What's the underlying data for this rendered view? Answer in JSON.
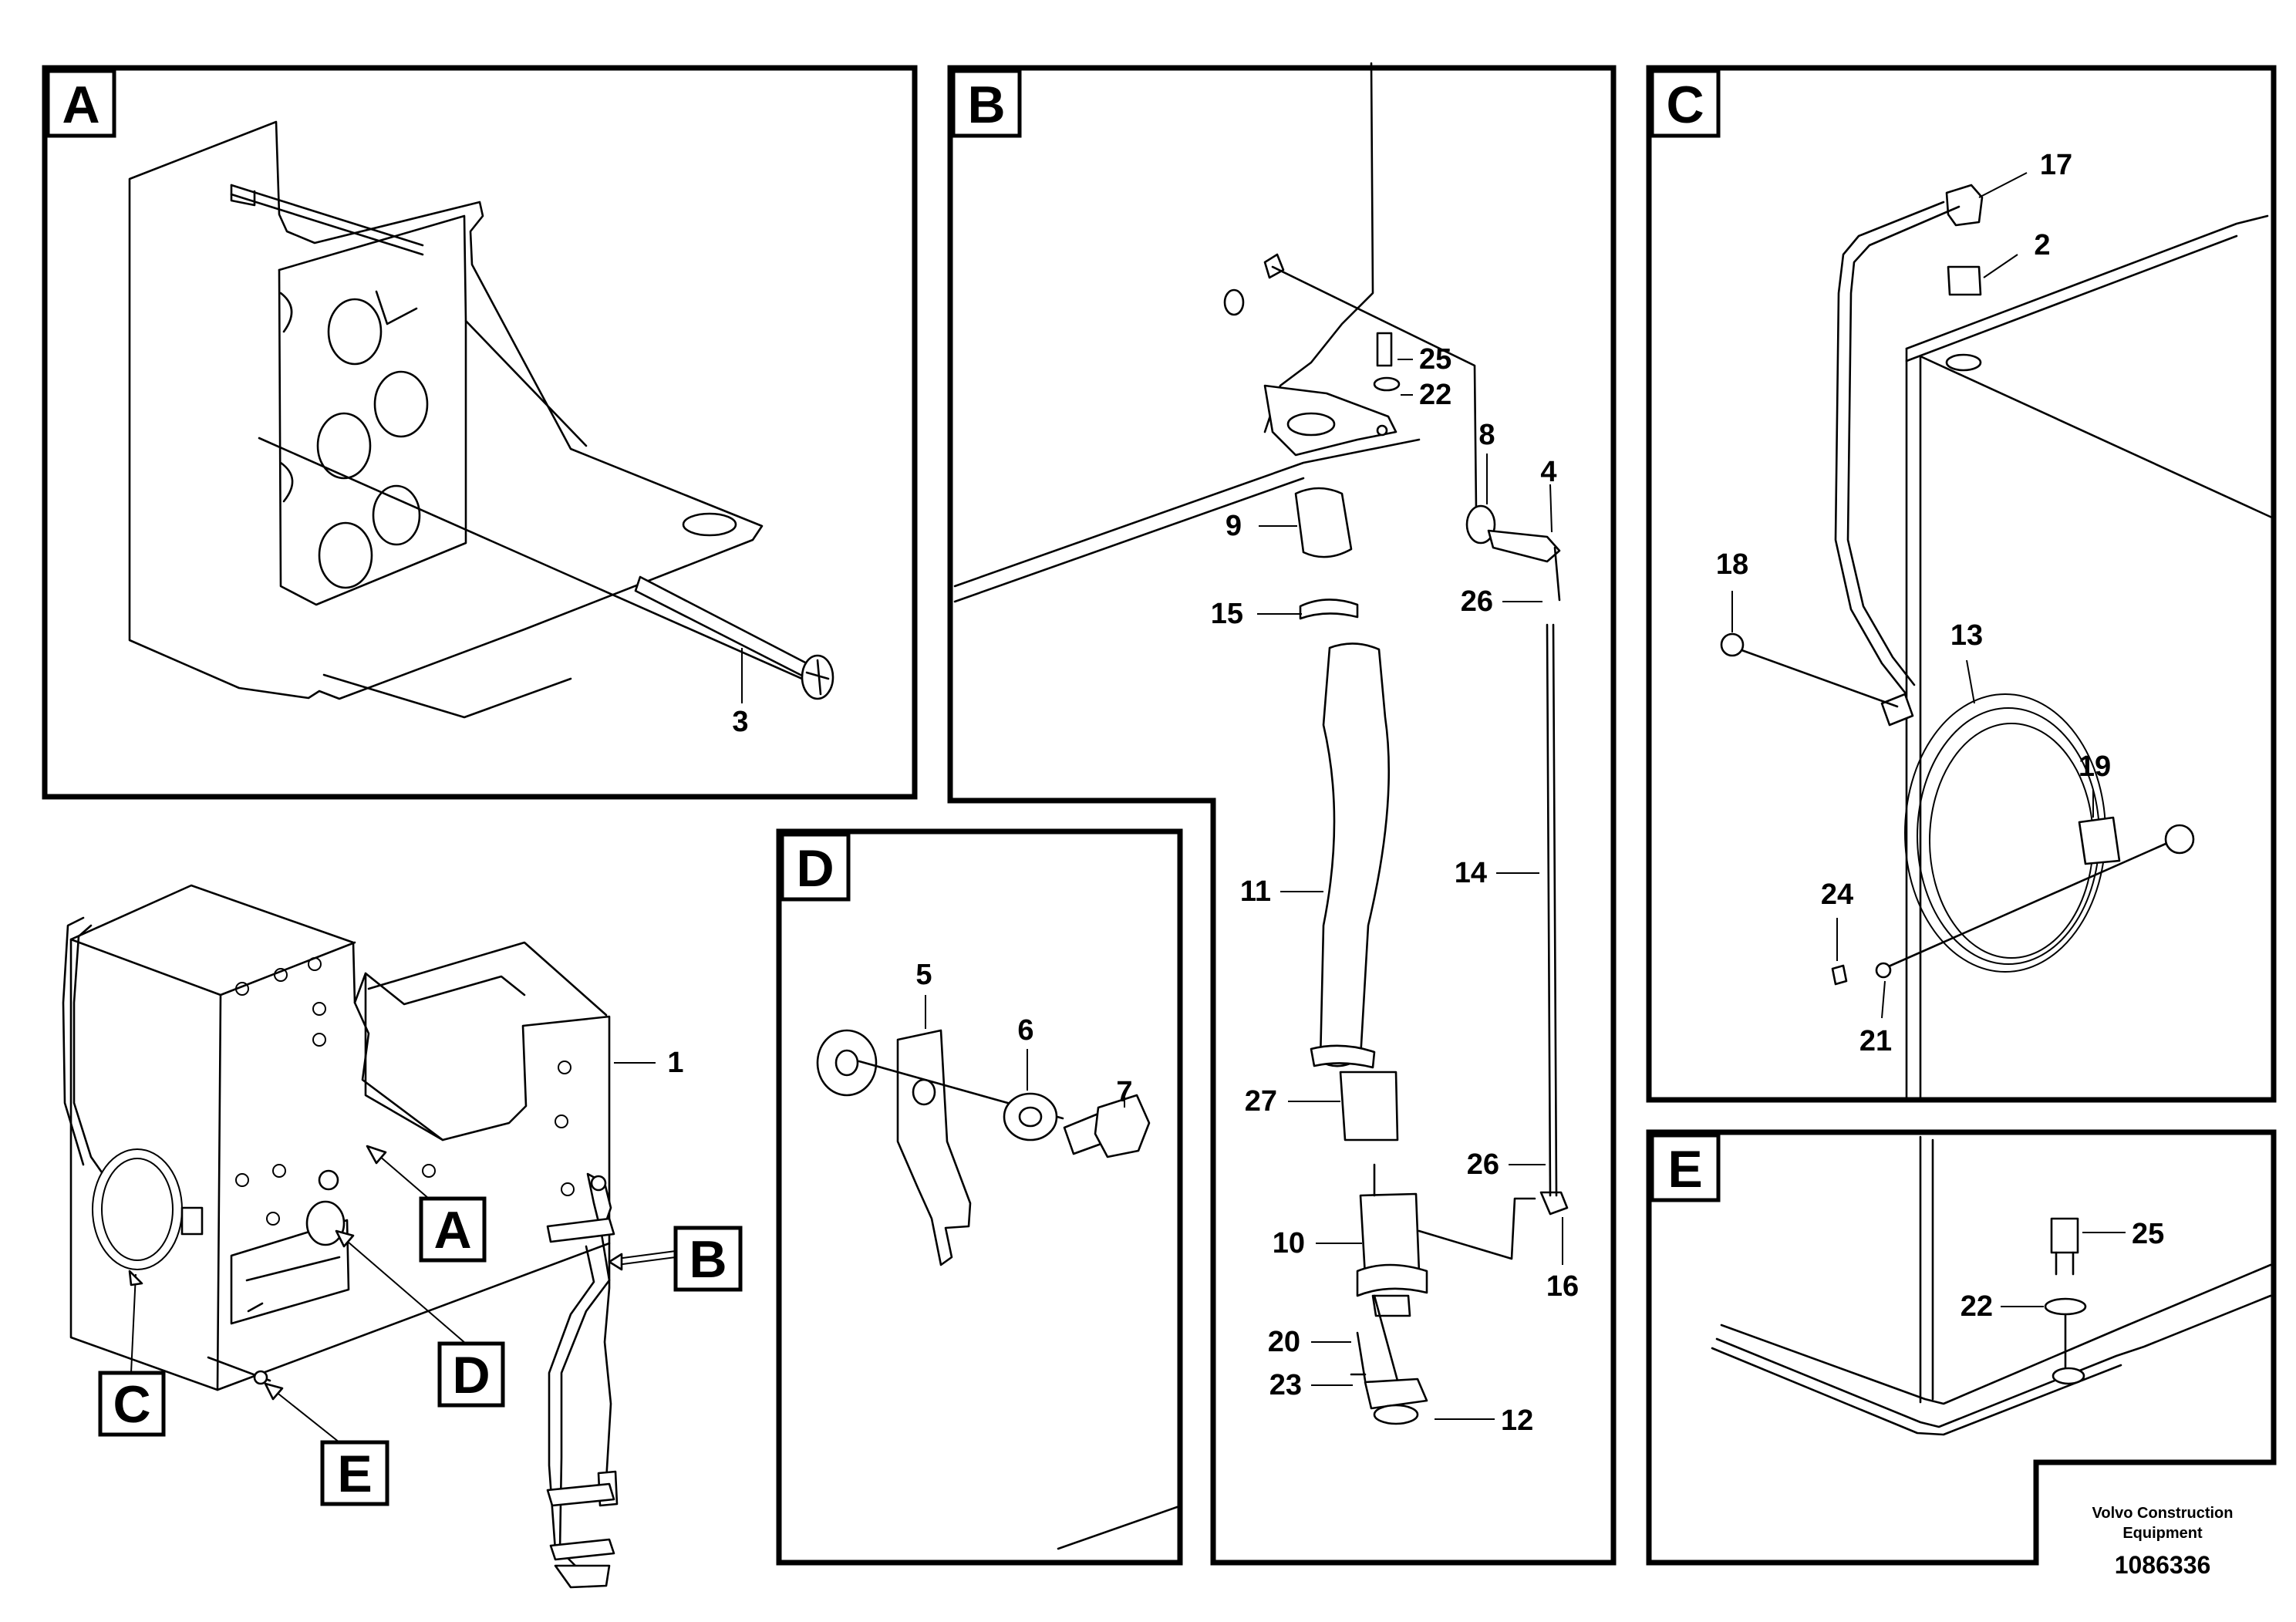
{
  "panels": {
    "a": {
      "label": "A"
    },
    "b": {
      "label": "B"
    },
    "c": {
      "label": "C"
    },
    "d": {
      "label": "D"
    },
    "e": {
      "label": "E"
    }
  },
  "parts": {
    "p1": "1",
    "p2": "2",
    "p3": "3",
    "p4": "4",
    "p5": "5",
    "p6": "6",
    "p7": "7",
    "p8": "8",
    "p9": "9",
    "p10": "10",
    "p11": "11",
    "p12": "12",
    "p13": "13",
    "p14": "14",
    "p15": "15",
    "p16": "16",
    "p17": "17",
    "p18": "18",
    "p19": "19",
    "p20": "20",
    "p21": "21",
    "p22": "22",
    "p23": "23",
    "p24": "24",
    "p25": "25",
    "p26": "26",
    "p27": "27"
  },
  "callouts": {
    "a": "A",
    "b": "B",
    "c": "C",
    "d": "D",
    "e": "E"
  },
  "footer": {
    "company_line1": "Volvo Construction",
    "company_line2": "Equipment",
    "document_number": "1086336"
  }
}
